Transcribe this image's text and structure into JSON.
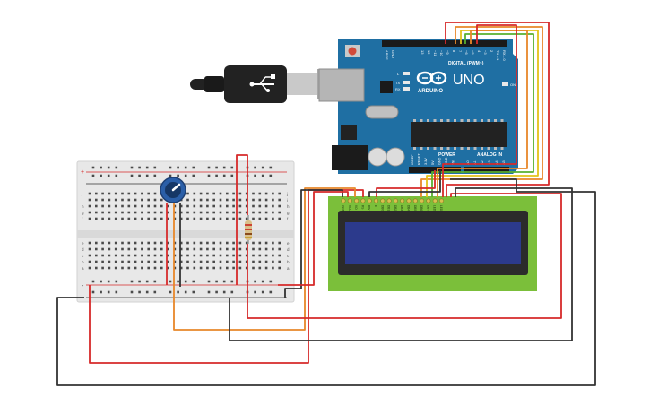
{
  "arduino": {
    "logo_text": "UNO",
    "brand_text": "ARDUINO",
    "digital_header": "DIGITAL (PWM~)",
    "power_header": "POWER",
    "analog_header": "ANALOG IN",
    "on_label": "ON",
    "tx_label": "TX",
    "rx_label": "RX",
    "l_label": "L",
    "aref_label": "AREF",
    "gnd_label": "GND",
    "digital_pins": [
      "13",
      "12",
      "~11",
      "~10",
      "~9",
      "8",
      "7",
      "~6",
      "~5",
      "4",
      "~3",
      "2",
      "TX→1",
      "RX←0"
    ],
    "power_pins": [
      "IOREF",
      "RESET",
      "3.3V",
      "5V",
      "GND",
      "GND",
      "Vin"
    ],
    "analog_pins": [
      "A0",
      "A1",
      "A2",
      "A3",
      "A4",
      "A5"
    ]
  },
  "breadboard": {
    "row_letters_top": [
      "j",
      "i",
      "h",
      "g",
      "f"
    ],
    "row_letters_bottom": [
      "e",
      "d",
      "c",
      "b",
      "a"
    ],
    "plus_label": "+",
    "minus_label": "-"
  },
  "lcd": {
    "pin_labels": [
      "GND",
      "VCC",
      "VO",
      "RS",
      "RW",
      "E",
      "DB0",
      "DB1",
      "DB2",
      "DB3",
      "DB4",
      "DB5",
      "DB6",
      "DB7",
      "LED",
      "LED"
    ]
  },
  "colors": {
    "board_blue": "#1f6fa3",
    "board_dark": "#175a87",
    "lcd_green": "#7bbf3a",
    "lcd_screen": "#2c3a8c",
    "wire_red": "#d62a2a",
    "wire_black": "#333333",
    "wire_orange": "#e8872a",
    "wire_yellow": "#e3c21a",
    "wire_green": "#58b030",
    "breadboard": "#e8e8e8"
  }
}
